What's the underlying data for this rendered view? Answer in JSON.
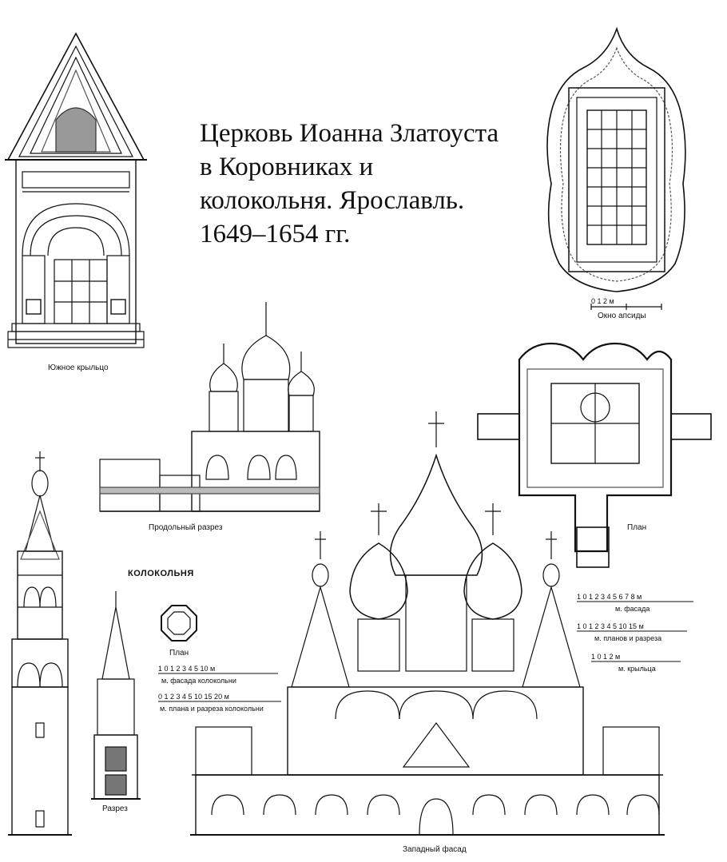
{
  "title": {
    "line1": "Церковь Иоанна Златоуста",
    "line2": "в Коровниках и",
    "line3": "колокольня. Ярославль.",
    "line4": "1649–1654 гг."
  },
  "captions": {
    "south_porch": "Южное крыльцо",
    "apse_window": "Окно апсиды",
    "longitudinal_section": "Продольный разрез",
    "plan": "План",
    "bell_tower": "КОЛОКОЛЬНЯ",
    "bell_tower_plan": "План",
    "section": "Разрез",
    "west_facade": "Западный фасад"
  },
  "scales": {
    "apse_ticks": "0        1        2 м",
    "facade_ticks": "1 0 1 2 3 4 5 6 7 8 м",
    "facade_label": "м. фасада",
    "plans_ticks": "1 0 1 2 3 4 5      10        15 м",
    "plans_label": "м. планов и разреза",
    "porch_ticks": "1        0        1        2 м",
    "porch_label": "м. крыльца",
    "tower_facade_ticks": "1 0 1 2 3 4 5                 10 м",
    "tower_facade_label": "м. фасада колокольни",
    "tower_plan_ticks": "0 1 2 3 4 5    10    15    20 м",
    "tower_plan_label": "м. плана и разреза колокольни"
  },
  "colors": {
    "ink": "#111111",
    "paper": "#ffffff",
    "hatch": "#555555"
  }
}
